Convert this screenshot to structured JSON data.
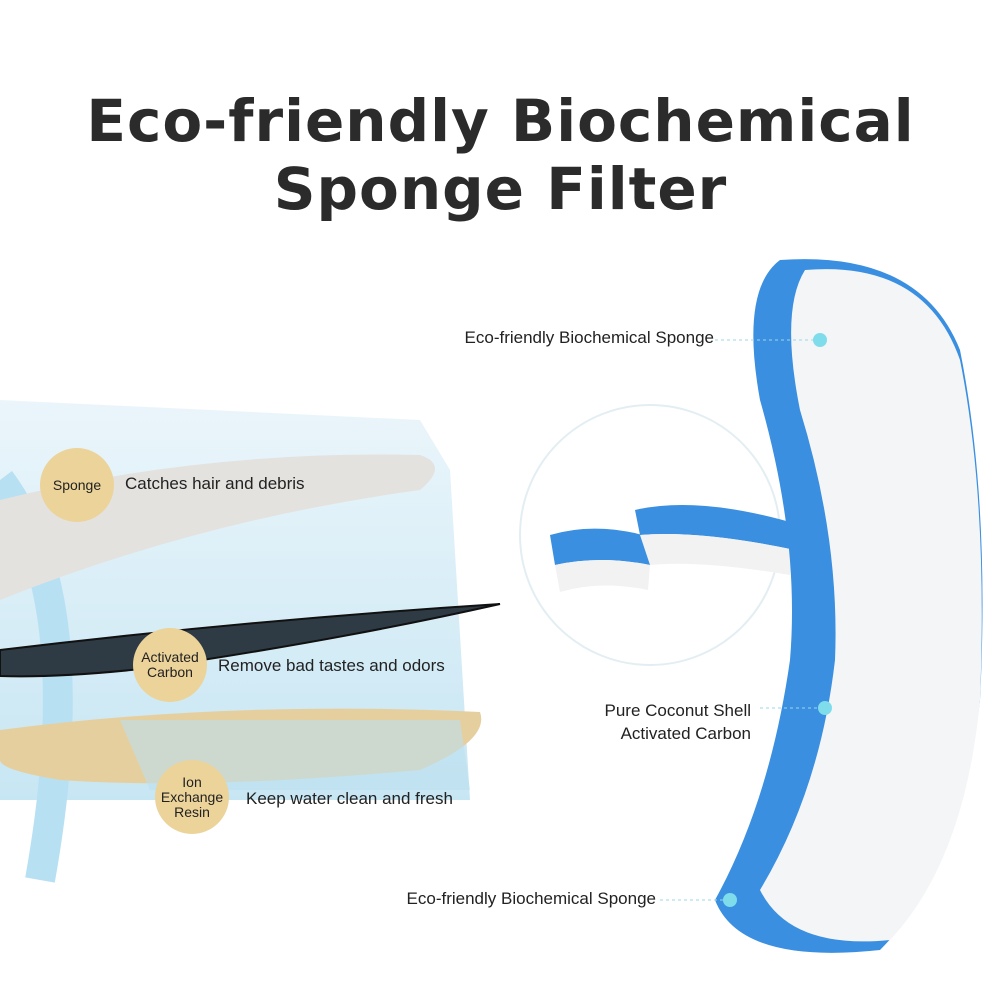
{
  "title": {
    "line1": "Eco-friendly Biochemical",
    "line2": "Sponge Filter"
  },
  "layers": [
    {
      "badge": "Sponge",
      "description": "Catches hair and debris"
    },
    {
      "badge_line1": "Activated",
      "badge_line2": "Carbon",
      "description": "Remove bad tastes and odors"
    },
    {
      "badge_line1": "Ion",
      "badge_line2": "Exchange",
      "badge_line3": "Resin",
      "description": "Keep water clean and fresh"
    }
  ],
  "callouts": {
    "top": "Eco-friendly Biochemical Sponge",
    "middle_line1": "Pure Coconut Shell",
    "middle_line2": "Activated Carbon",
    "bottom": "Eco-friendly Biochemical Sponge"
  },
  "colors": {
    "blue": "#3a8fe0",
    "badge": "#ecd39a",
    "accent_dot": "#7fdcea"
  }
}
